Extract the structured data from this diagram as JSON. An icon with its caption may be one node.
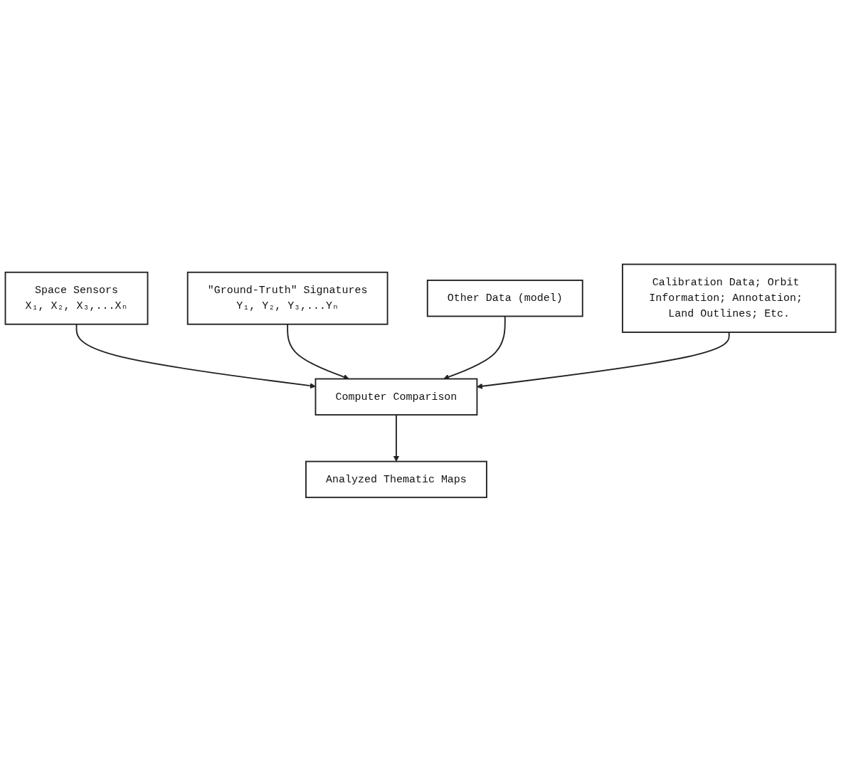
{
  "diagram": {
    "nodes": [
      {
        "text": [
          "Space Sensors",
          "X₁, X₂, X₃,...Xₙ"
        ]
      },
      {
        "text": [
          "\"Ground-Truth\" Signatures",
          "Y₁, Y₂, Y₃,...Yₙ"
        ]
      },
      {
        "text": [
          "Other Data (model)"
        ]
      },
      {
        "text": [
          "Computer Comparison"
        ]
      },
      {
        "text": [
          "Calibration Data; Orbit Information; Annotation; Land Outlines; Etc."
        ]
      },
      {
        "text": [
          "Analyzed Thematic Maps"
        ]
      }
    ],
    "edges": [
      {
        "from": 0,
        "to": 3,
        "arrow": "to"
      },
      {
        "from": 1,
        "to": 3,
        "arrow": "to"
      },
      {
        "from": 2,
        "to": 3,
        "arrow": "to"
      },
      {
        "from": 4,
        "to": 3,
        "arrow": "to"
      },
      {
        "from": 3,
        "to": 5,
        "arrow": "to"
      }
    ]
  }
}
